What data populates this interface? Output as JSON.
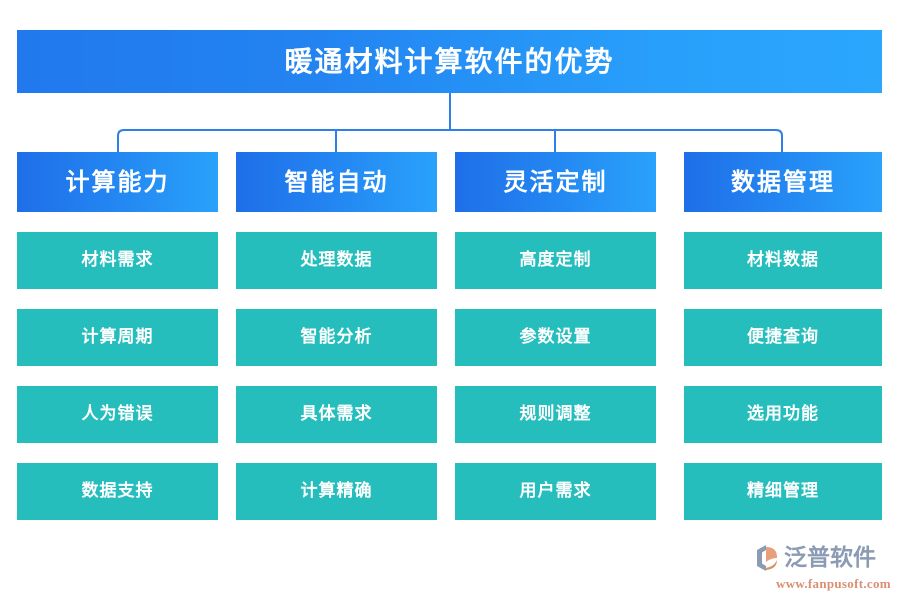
{
  "title": {
    "text": "暖通材料计算软件的优势"
  },
  "colors": {
    "title_gradient_start": "#2179ed",
    "title_gradient_end": "#2ba6fd",
    "category_gradient_start": "#1f6fe8",
    "category_gradient_end": "#29a2fb",
    "item_fill": "#25bebc",
    "connector_line": "#2f7fe8",
    "background": "#ffffff",
    "logo_wordmark": "#8b9bb4",
    "logo_url": "#d98f72",
    "logo_mark_arc": "#8b9bb4",
    "logo_mark_inner": "#e8a07c"
  },
  "columns": [
    {
      "category": "计算能力",
      "items": [
        "材料需求",
        "计算周期",
        "人为错误",
        "数据支持"
      ]
    },
    {
      "category": "智能自动",
      "items": [
        "处理数据",
        "智能分析",
        "具体需求",
        "计算精确"
      ]
    },
    {
      "category": "灵活定制",
      "items": [
        "高度定制",
        "参数设置",
        "规则调整",
        "用户需求"
      ]
    },
    {
      "category": "数据管理",
      "items": [
        "材料数据",
        "便捷查询",
        "选用功能",
        "精细管理"
      ]
    }
  ],
  "logo": {
    "wordmark": "泛普软件",
    "url": "www.fanpusoft.com",
    "mark_name": "fanpu-logo-icon"
  }
}
